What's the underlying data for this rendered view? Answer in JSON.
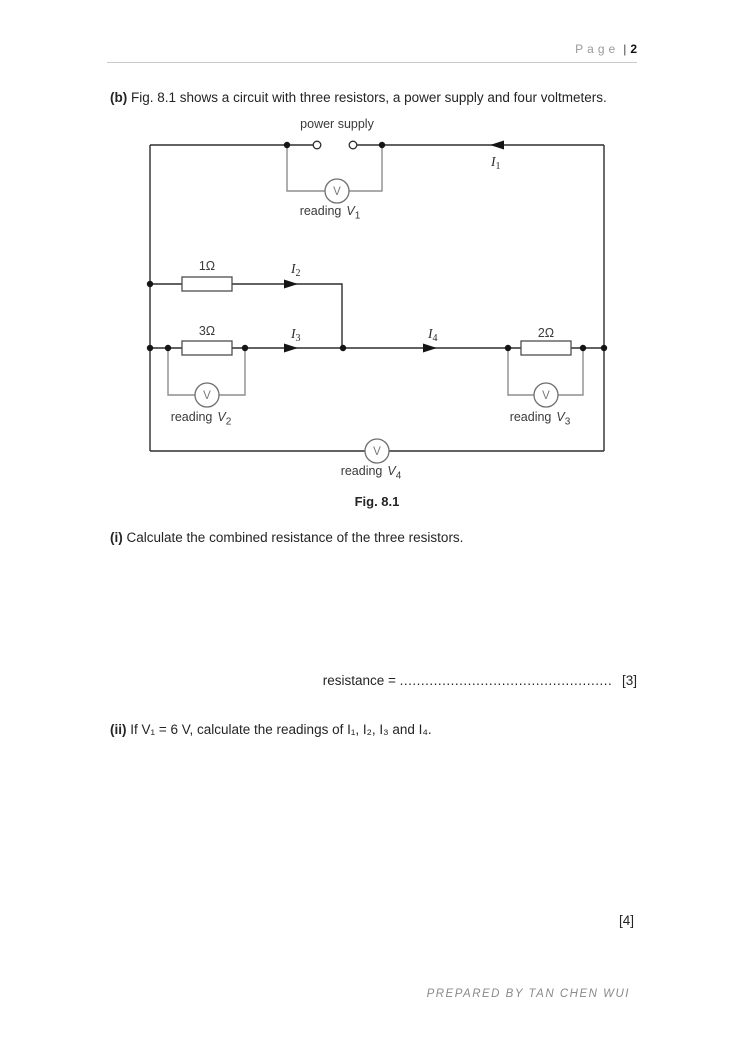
{
  "header": {
    "page_word": "Page",
    "separator": "|",
    "page_number": "2"
  },
  "intro": {
    "marker": "(b)",
    "text": "Fig. 8.1 shows a circuit with three resistors, a power supply and four voltmeters."
  },
  "circuit": {
    "power_supply_label": "power supply",
    "meter_letter": "V",
    "resistors": [
      {
        "label": "1Ω"
      },
      {
        "label": "3Ω"
      },
      {
        "label": "2Ω"
      }
    ],
    "currents": [
      {
        "symbol": "I",
        "subscript": "1"
      },
      {
        "symbol": "I",
        "subscript": "2"
      },
      {
        "symbol": "I",
        "subscript": "3"
      },
      {
        "symbol": "I",
        "subscript": "4"
      }
    ],
    "readings": [
      {
        "prefix": "reading",
        "symbol": "V",
        "subscript": "1"
      },
      {
        "prefix": "reading",
        "symbol": "V",
        "subscript": "2"
      },
      {
        "prefix": "reading",
        "symbol": "V",
        "subscript": "3"
      },
      {
        "prefix": "reading",
        "symbol": "V",
        "subscript": "4"
      }
    ]
  },
  "figure": {
    "caption": "Fig. 8.1"
  },
  "part_i": {
    "marker": "(i)",
    "text": "Calculate the combined resistance of the three resistors.",
    "answer_label": "resistance =",
    "answer_dots": "..................................................",
    "marks": "[3]"
  },
  "part_ii": {
    "marker": "(ii)",
    "text": "If V₁ = 6 V,  calculate the readings of I₁, I₂, I₃ and I₄.",
    "marks": "[4]"
  },
  "footer": {
    "credit": "PREPARED BY TAN CHEN WUI"
  }
}
